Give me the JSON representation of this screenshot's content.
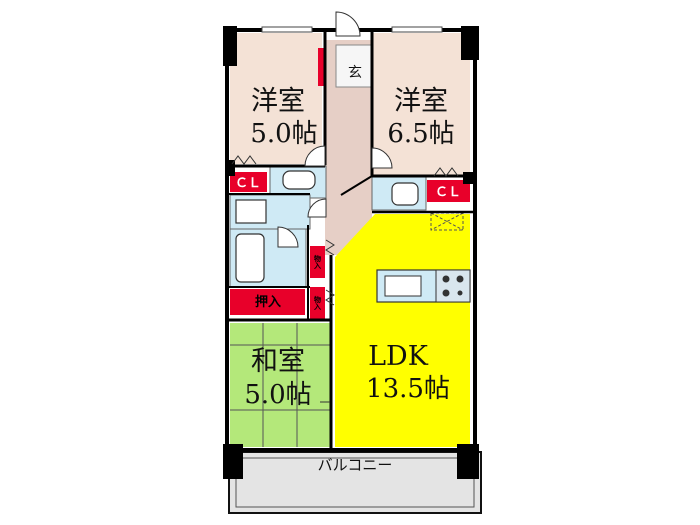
{
  "rooms": {
    "western_left": {
      "name": "洋室",
      "size": "5.0帖"
    },
    "western_right": {
      "name": "洋室",
      "size": "6.5帖"
    },
    "japanese": {
      "name": "和室",
      "size": "5.0帖"
    },
    "ldk": {
      "name": "LDK",
      "size": "13.5帖"
    }
  },
  "labels": {
    "entrance": "玄",
    "closet_left": "ＣＬ",
    "closet_right": "ＣＬ",
    "oshiire": "押入",
    "storage_a": "物入",
    "storage_b": "物入",
    "balcony": "バルコニー"
  },
  "colors": {
    "western": "#f4e2d6",
    "japanese": "#b4e87a",
    "ldk": "#ffff00",
    "wet_area": "#cfeaf5",
    "storage": "#e8002a",
    "corridor": "#e6cfc6",
    "balcony": "#e4e4e4",
    "wall": "#000000"
  }
}
